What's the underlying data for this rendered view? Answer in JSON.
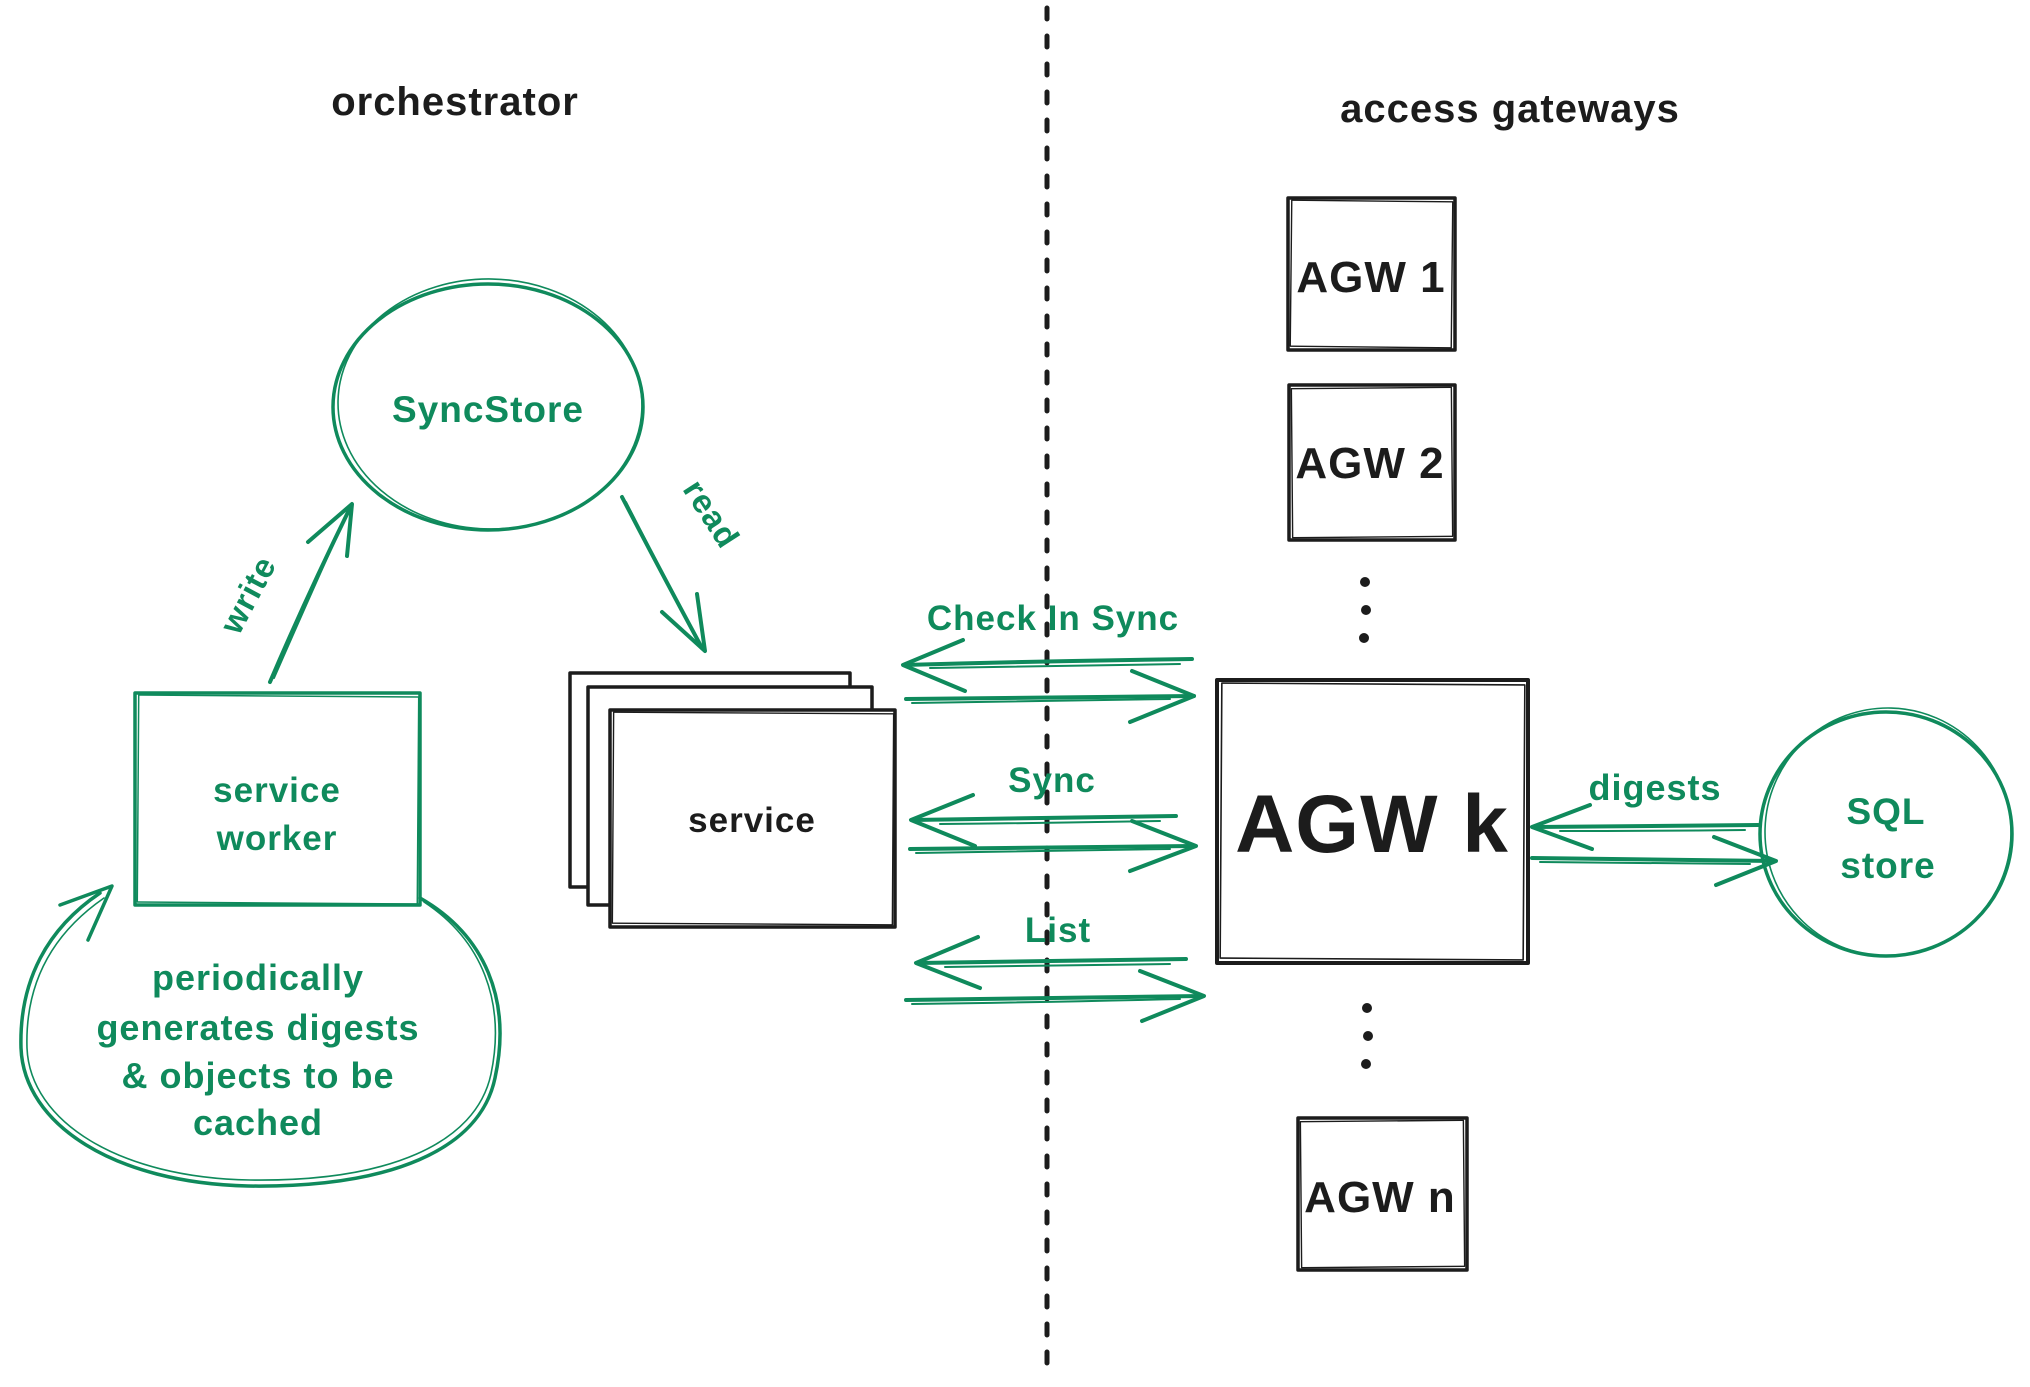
{
  "colors": {
    "ink": "#1c1c1c",
    "accent": "#0f8a5c",
    "background": "#ffffff"
  },
  "titles": {
    "left": "orchestrator",
    "right": "access gateways"
  },
  "orchestrator": {
    "sync_store_label": "SyncStore",
    "write_label": "write",
    "read_label": "read",
    "service_worker_lines": [
      "service",
      "worker"
    ],
    "service_label": "service",
    "loop_note_lines": [
      "periodically",
      "generates digests",
      "& objects to be",
      "cached"
    ]
  },
  "rpc": {
    "check_in_sync": "Check In Sync",
    "sync": "Sync",
    "list": "List"
  },
  "gateways": {
    "agw_1": "AGW 1",
    "agw_2": "AGW 2",
    "agw_k": "AGW k",
    "agw_n": "AGW n"
  },
  "sql": {
    "lines": [
      "SQL",
      "store"
    ],
    "digests_label": "digests"
  }
}
